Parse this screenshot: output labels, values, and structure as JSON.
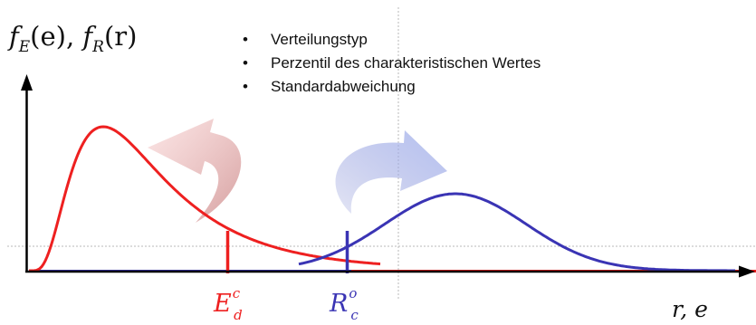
{
  "y_axis_label": "f_E(e), f_R(r)",
  "y_axis_label_parts": {
    "f1": "f",
    "sub1": "E",
    "arg1": "(e), ",
    "f2": "f",
    "sub2": "R",
    "arg2": "(r)"
  },
  "x_axis_label": "r, e",
  "bullets": [
    "Verteilungstyp",
    "Perzentil des charakteristischen Wertes",
    "Standardabweichung"
  ],
  "marker_E": {
    "base": "E",
    "sup": "c",
    "sub": "d"
  },
  "marker_R": {
    "base": "R",
    "sup": "o",
    "sub": "c"
  },
  "colors": {
    "load": "#ee2020",
    "resistance": "#3a34b4",
    "load_arrow": "#f0a0a0",
    "resistance_arrow": "#a8b0e8",
    "axis": "#000000",
    "guide": "#b0b0b0"
  }
}
